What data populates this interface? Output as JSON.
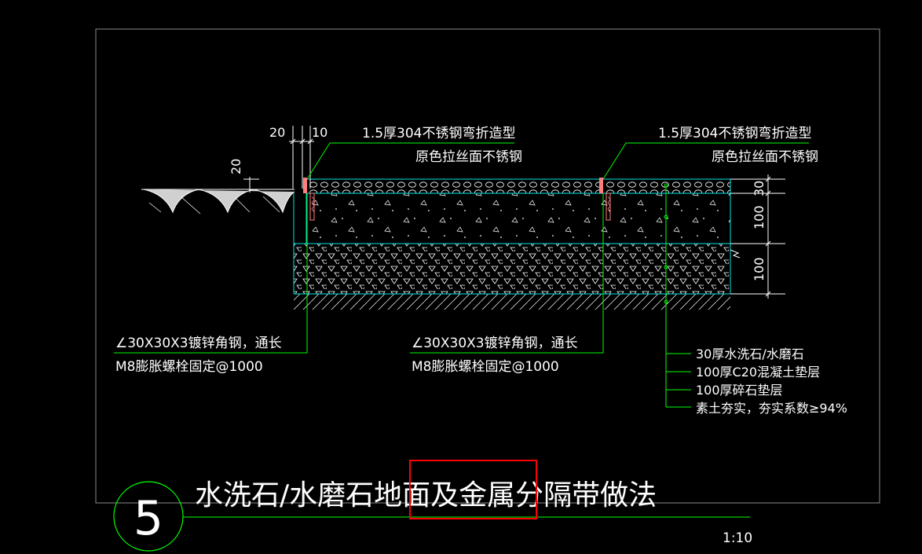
{
  "dimensions": {
    "top_w1": "20",
    "top_w2": "10",
    "left_h": "20",
    "layer_30": "30",
    "layer_100a": "100",
    "layer_100b": "100"
  },
  "callouts": {
    "steel_left_l1": "1.5厚304不锈钢弯折造型",
    "steel_left_l2": "原色拉丝面不锈钢",
    "steel_right_l1": "1.5厚304不锈钢弯折造型",
    "steel_right_l2": "原色拉丝面不锈钢",
    "angle_left_l1": "∠30X30X3镀锌角钢，通长",
    "angle_left_l2": "M8膨胀螺栓固定@1000",
    "angle_right_l1": "∠30X30X3镀锌角钢，通长",
    "angle_right_l2": "M8膨胀螺栓固定@1000"
  },
  "layers": [
    "30厚水洗石/水磨石",
    "100厚C20混凝土垫层",
    "100厚碎石垫层",
    "素土夯实，夯实系数≥94%"
  ],
  "title": {
    "number": "5",
    "text_part1": "水洗石/水磨石地面及",
    "text_highlight": "金属分隔带",
    "text_part2": "做法",
    "scale": "1:10"
  },
  "colors": {
    "background": "#000000",
    "frame": "#8a8a8a",
    "leader": "#00ff00",
    "layer_outline": "#00e5e5",
    "hatch": "#ffffff",
    "steel": "#ff7f7f",
    "highlight_box": "#ff0000"
  }
}
